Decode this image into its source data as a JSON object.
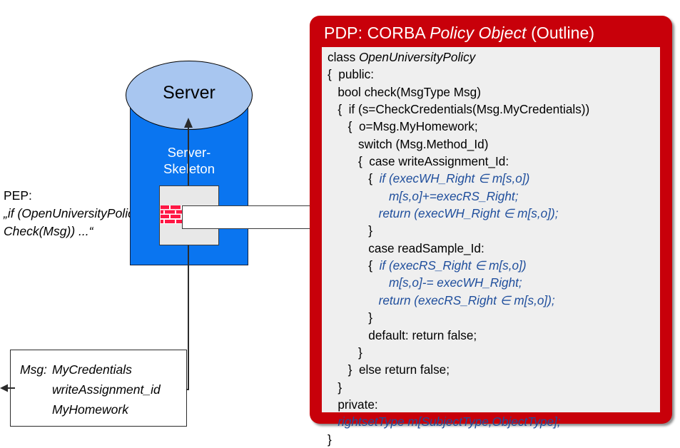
{
  "diagram": {
    "colors": {
      "pdp_red": "#C8000A",
      "code_panel_gray": "#EFEFEF",
      "server_blue": "#0A75F0",
      "server_top_blue": "#A8C6F0",
      "code_blue": "#1F4E9C",
      "brick_red": "#FF1744"
    }
  },
  "pdp": {
    "title_plain_1": "PDP: CORBA ",
    "title_italic": "Policy Object",
    "title_plain_2": " (Outline)",
    "code_lines": [
      {
        "text": "class ",
        "italic_text": "OpenUniversityPolicy",
        "style": "plain-then-italic"
      },
      {
        "text": "{  public:",
        "style": "plain"
      },
      {
        "text": "   bool check(MsgType Msg)",
        "style": "plain"
      },
      {
        "text": "   {  if (s=CheckCredentials(Msg.MyCredentials))",
        "style": "plain"
      },
      {
        "text": "      {  o=Msg.MyHomework;",
        "style": "plain"
      },
      {
        "text": "         switch (Msg.Method_Id)",
        "style": "plain"
      },
      {
        "text": "         {  case writeAssignment_Id:",
        "style": "plain"
      },
      {
        "text": "            {  if (execWH_Right ∈ m[s,o])",
        "style": "blue-from-brace"
      },
      {
        "text": "                  m[s,o]+=execRS_Right;",
        "style": "blue"
      },
      {
        "text": "               return (execWH_Right ∈ m[s,o]);",
        "style": "blue"
      },
      {
        "text": "            }",
        "style": "plain"
      },
      {
        "text": "            case readSample_Id:",
        "style": "plain"
      },
      {
        "text": "            {  if (execRS_Right ∈ m[s,o])",
        "style": "blue-from-brace"
      },
      {
        "text": "                  m[s,o]-= execWH_Right;",
        "style": "blue"
      },
      {
        "text": "               return (execRS_Right ∈ m[s,o]);",
        "style": "blue"
      },
      {
        "text": "            }",
        "style": "plain"
      },
      {
        "text": "            default: return false;",
        "style": "plain"
      },
      {
        "text": "         }",
        "style": "plain"
      },
      {
        "text": "      }  else return false;",
        "style": "plain"
      },
      {
        "text": "   }",
        "style": "plain"
      },
      {
        "text": "   private:",
        "style": "plain"
      },
      {
        "text": "   rightsetType m[SubjectType,ObjectType];",
        "style": "blue"
      },
      {
        "text": "}",
        "style": "plain"
      }
    ]
  },
  "server": {
    "top_label": "Server",
    "skeleton_label_line1": "Server-",
    "skeleton_label_line2": "Skeleton"
  },
  "pep": {
    "label": "PEP:",
    "quote_line1": "„if (OpenUniversityPolicy.",
    "quote_line2": "Check(Msg)) ...“"
  },
  "msg": {
    "label": "Msg:",
    "line1": "MyCredentials",
    "line2": "writeAssignment_id",
    "line3": "MyHomework"
  }
}
